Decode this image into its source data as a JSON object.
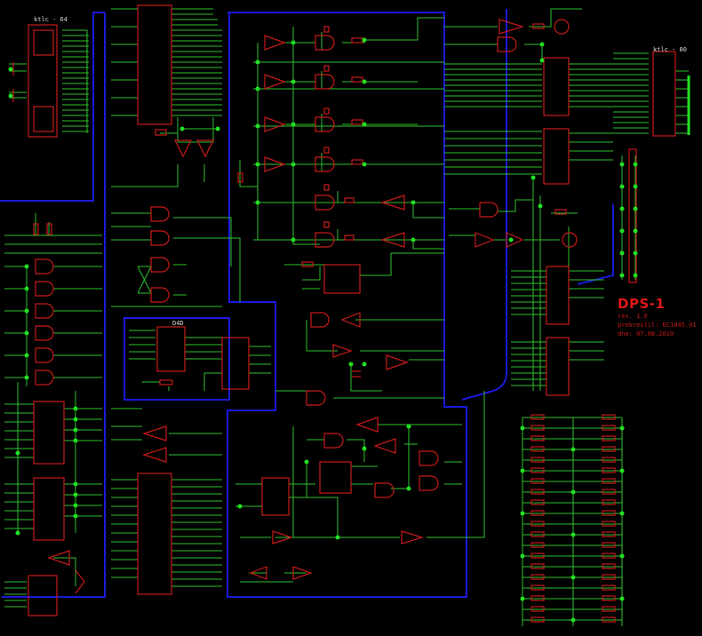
{
  "connectors": {
    "left_label": "ktlc - 64",
    "right_label": "ktlc - 80",
    "chip_label": "D4D"
  },
  "title_block": {
    "title": "DPS-1",
    "rev": "rev. 1.0",
    "drawn_by": "prekreslil: EC1045.01",
    "date": "dne: 07.08.2010"
  },
  "colors": {
    "background": "#000000",
    "wire": "#2ec02e",
    "component": "#c81a1a",
    "bus": "#1a1ad8",
    "node": "#22e022",
    "text": "#d8d8d8",
    "title": "#e01818"
  }
}
